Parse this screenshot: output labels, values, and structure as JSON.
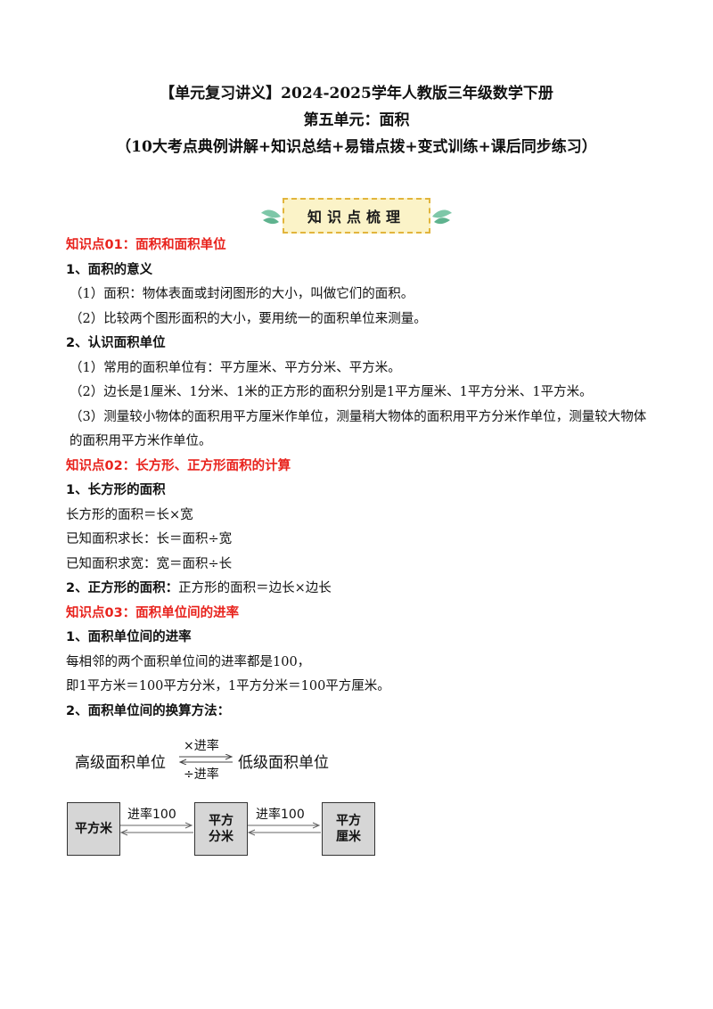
{
  "header": {
    "line1": "【单元复习讲义】2024-2025学年人教版三年级数学下册",
    "line2": "第五单元：面积",
    "line3": "（10大考点典例讲解+知识总结+易错点拨+变式训练+课后同步练习）"
  },
  "badge": {
    "label": "知识点梳理",
    "accent": "#e2b53c",
    "fill": "#fbf3c8",
    "leaf_icon": "leaf-icon"
  },
  "kp1": {
    "title": "知识点01：面积和面积单位",
    "s1_title": "1、面积的意义",
    "s1_items": [
      "（1）面积：物体表面或封闭图形的大小，叫做它们的面积。",
      "（2）比较两个图形面积的大小，要用统一的面积单位来测量。"
    ],
    "s2_title": "2、认识面积单位",
    "s2_items": [
      "（1）常用的面积单位有：平方厘米、平方分米、平方米。",
      "（2）边长是1厘米、1分米、1米的正方形的面积分别是1平方厘米、1平方分米、1平方米。",
      "（3）测量较小物体的面积用平方厘米作单位，测量稍大物体的面积用平方分米作单位，测量较大物体的面积用平方米作单位。"
    ]
  },
  "kp2": {
    "title": "知识点02：长方形、正方形面积的计算",
    "s1_title": "1、长方形的面积",
    "lines": [
      "长方形的面积＝长×宽",
      "已知面积求长：长＝面积÷宽",
      "已知面积求宽：宽＝面积÷长"
    ],
    "s2_title": "2、正方形的面积：",
    "s2_text": "正方形的面积＝边长×边长"
  },
  "kp3": {
    "title": "知识点03：面积单位间的进率",
    "s1_title": "1、面积单位间的进率",
    "lines": [
      "每相邻的两个面积单位间的进率都是100，",
      "即1平方米＝100平方分米，1平方分米＝100平方厘米。"
    ],
    "s2_title": "2、面积单位间的换算方法："
  },
  "conversion": {
    "high": "高级面积单位",
    "low": "低级面积单位",
    "multiply": "×进率",
    "divide": "÷进率"
  },
  "flow": {
    "box1": "平方米",
    "box2_l1": "平方",
    "box2_l2": "分米",
    "box3_l1": "平方",
    "box3_l2": "厘米",
    "label1": "进率100",
    "label2": "进率100",
    "box_color": "#d6d6d6"
  }
}
